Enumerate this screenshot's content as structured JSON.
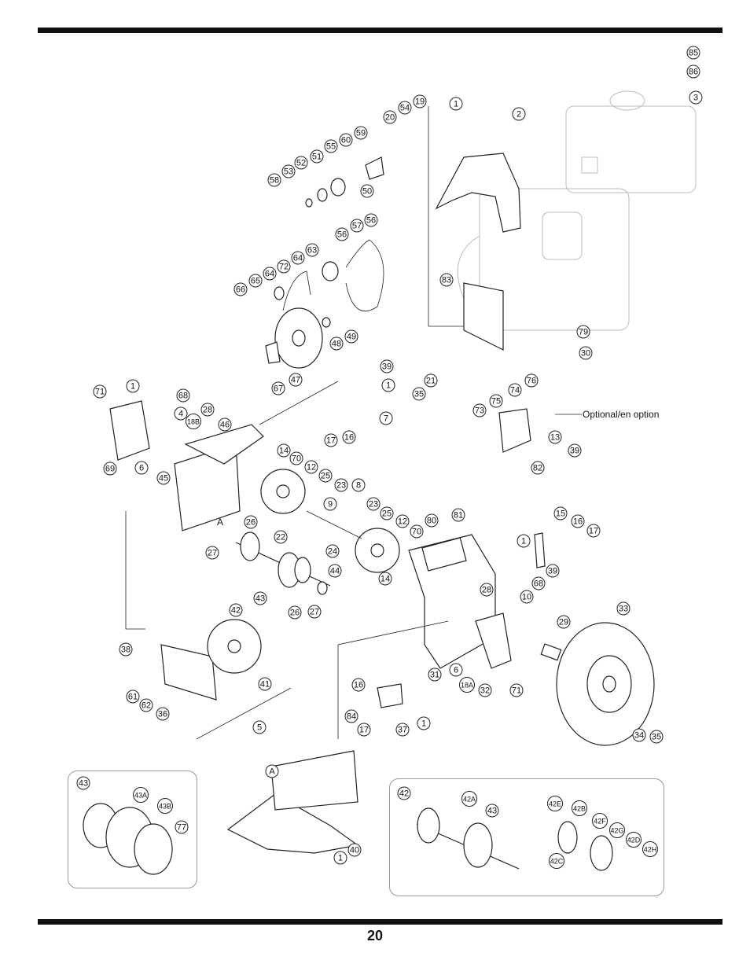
{
  "page": {
    "number": "20"
  },
  "notes": {
    "optional": "Optional/en option"
  },
  "inset_labels": {
    "a_marker": "A",
    "a_marker_2": "A"
  },
  "callouts": [
    "85",
    "86",
    "3",
    "1",
    "2",
    "19",
    "54",
    "20",
    "59",
    "60",
    "55",
    "51",
    "52",
    "53",
    "58",
    "50",
    "57",
    "56",
    "56",
    "63",
    "64",
    "72",
    "64",
    "65",
    "66",
    "83",
    "79",
    "30",
    "48",
    "49",
    "67",
    "47",
    "39",
    "1",
    "71",
    "1",
    "68",
    "4",
    "28",
    "18B",
    "46",
    "7",
    "16",
    "17",
    "21",
    "35",
    "74",
    "76",
    "75",
    "73",
    "13",
    "82",
    "39",
    "69",
    "6",
    "45",
    "14",
    "70",
    "12",
    "25",
    "23",
    "8",
    "9",
    "23",
    "25",
    "12",
    "80",
    "81",
    "70",
    "14",
    "15",
    "16",
    "17",
    "1",
    "39",
    "26",
    "27",
    "22",
    "24",
    "44",
    "43",
    "26",
    "27",
    "42",
    "28",
    "10",
    "68",
    "33",
    "29",
    "38",
    "41",
    "61",
    "62",
    "36",
    "5",
    "16",
    "84",
    "17",
    "37",
    "1",
    "31",
    "6",
    "18A",
    "32",
    "71",
    "34",
    "35",
    "43",
    "43A",
    "43B",
    "77",
    "A",
    "40",
    "1",
    "42",
    "42A",
    "43",
    "42E",
    "42B",
    "42F",
    "42G",
    "42D",
    "42H",
    "42C"
  ]
}
